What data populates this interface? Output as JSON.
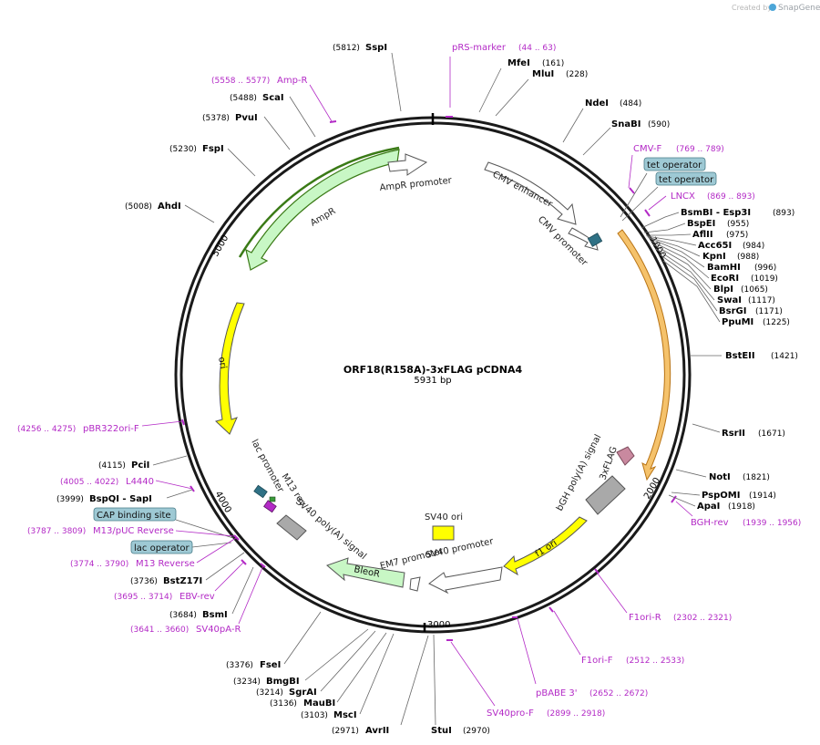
{
  "header": {
    "created_by": "Created by",
    "brand": "SnapGene"
  },
  "plasmid": {
    "name": "ORF18(R158A)-3xFLAG pCDNA4",
    "length_label": "5931 bp"
  },
  "ticks": [
    "1000",
    "2000",
    "3000",
    "4000",
    "5000"
  ],
  "restriction_sites": [
    {
      "name": "SspI",
      "pos": "(5812)"
    },
    {
      "name": "MfeI",
      "pos": "(161)"
    },
    {
      "name": "MluI",
      "pos": "(228)"
    },
    {
      "name": "NdeI",
      "pos": "(484)"
    },
    {
      "name": "SnaBI",
      "pos": "(590)"
    },
    {
      "name": "BsmBI - Esp3I",
      "pos": "(893)"
    },
    {
      "name": "BspEI",
      "pos": "(955)"
    },
    {
      "name": "AflII",
      "pos": "(975)"
    },
    {
      "name": "Acc65I",
      "pos": "(984)"
    },
    {
      "name": "KpnI",
      "pos": "(988)"
    },
    {
      "name": "BamHI",
      "pos": "(996)"
    },
    {
      "name": "EcoRI",
      "pos": "(1019)"
    },
    {
      "name": "BlpI",
      "pos": "(1065)"
    },
    {
      "name": "SwaI",
      "pos": "(1117)"
    },
    {
      "name": "BsrGI",
      "pos": "(1171)"
    },
    {
      "name": "PpuMI",
      "pos": "(1225)"
    },
    {
      "name": "BstEII",
      "pos": "(1421)"
    },
    {
      "name": "RsrII",
      "pos": "(1671)"
    },
    {
      "name": "NotI",
      "pos": "(1821)"
    },
    {
      "name": "PspOMI",
      "pos": "(1914)"
    },
    {
      "name": "ApaI",
      "pos": "(1918)"
    },
    {
      "name": "StuI",
      "pos": "(2970)"
    },
    {
      "name": "AvrII",
      "pos": "(2971)"
    },
    {
      "name": "MscI",
      "pos": "(3103)"
    },
    {
      "name": "MauBI",
      "pos": "(3136)"
    },
    {
      "name": "SgrAI",
      "pos": "(3214)"
    },
    {
      "name": "BmgBI",
      "pos": "(3234)"
    },
    {
      "name": "FseI",
      "pos": "(3376)"
    },
    {
      "name": "BsmI",
      "pos": "(3684)"
    },
    {
      "name": "BstZ17I",
      "pos": "(3736)"
    },
    {
      "name": "BspQI - SapI",
      "pos": "(3999)"
    },
    {
      "name": "PciI",
      "pos": "(4115)"
    },
    {
      "name": "AhdI",
      "pos": "(5008)"
    },
    {
      "name": "FspI",
      "pos": "(5230)"
    },
    {
      "name": "PvuI",
      "pos": "(5378)"
    },
    {
      "name": "ScaI",
      "pos": "(5488)"
    }
  ],
  "primers": [
    {
      "name": "pRS-marker",
      "range": "(44 .. 63)"
    },
    {
      "name": "CMV-F",
      "range": "(769 .. 789)"
    },
    {
      "name": "LNCX",
      "range": "(869 .. 893)"
    },
    {
      "name": "BGH-rev",
      "range": "(1939 .. 1956)"
    },
    {
      "name": "F1ori-R",
      "range": "(2302 .. 2321)"
    },
    {
      "name": "F1ori-F",
      "range": "(2512 .. 2533)"
    },
    {
      "name": "pBABE 3'",
      "range": "(2652 .. 2672)"
    },
    {
      "name": "SV40pro-F",
      "range": "(2899 .. 2918)"
    },
    {
      "name": "SV40pA-R",
      "range": "(3641 .. 3660)"
    },
    {
      "name": "EBV-rev",
      "range": "(3695 .. 3714)"
    },
    {
      "name": "M13 Reverse",
      "range": "(3774 .. 3790)"
    },
    {
      "name": "M13/pUC Reverse",
      "range": "(3787 .. 3809)"
    },
    {
      "name": "L4440",
      "range": "(4005 .. 4022)"
    },
    {
      "name": "pBR322ori-F",
      "range": "(4256 .. 4275)"
    },
    {
      "name": "Amp-R",
      "range": "(5558 .. 5577)"
    }
  ],
  "boxed_labels": [
    "tet operator",
    "tet operator",
    "CAP binding site",
    "lac operator"
  ],
  "feature_labels": {
    "cmv_enhancer": "CMV enhancer",
    "cmv_promoter": "CMV promoter",
    "ampr_promoter": "AmpR promoter",
    "ampr": "AmpR",
    "ori": "ori",
    "lac_promoter": "lac promoter",
    "m13_rev": "M13 rev",
    "sv40_polya": "SV40 poly(A) signal",
    "em7_promoter": "EM7 promoter",
    "bleor": "BleoR",
    "sv40_ori": "SV40 ori",
    "sv40_promoter": "SV40 promoter",
    "f1_ori": "f1 ori",
    "bgh_polya": "bGH poly(A) signal",
    "flag": "3xFLAG"
  },
  "colors": {
    "backbone": "#1a1a1a",
    "primer": "#b32ac6",
    "promoter": "#ffffff",
    "ampr": "#c8f7c5",
    "ampr_outline": "#3a7a16",
    "ori": "#ffff00",
    "orf": "#f5b04a",
    "polya": "#a9a9a9",
    "operator": "#9ec9d4",
    "flag": "#c9899f",
    "small_feature": "#2f7185"
  }
}
